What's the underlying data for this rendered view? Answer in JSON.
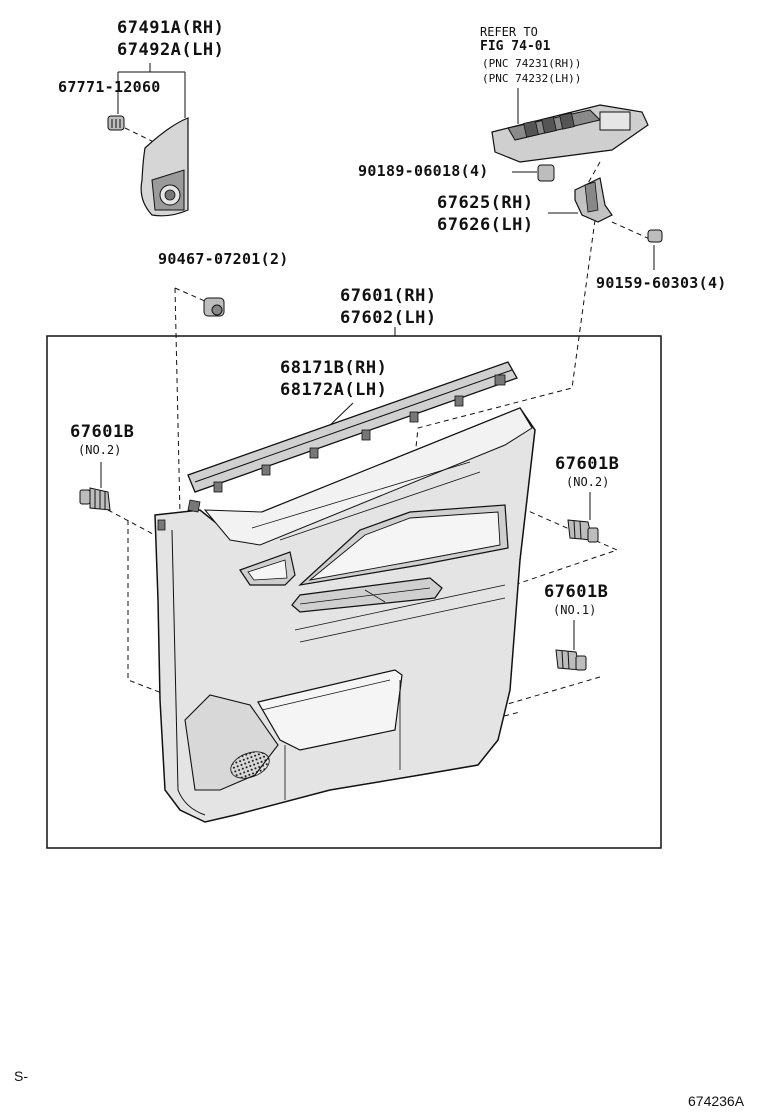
{
  "callouts": {
    "trim_ornament": {
      "rh": "67491A(RH)",
      "lh": "67492A(LH)"
    },
    "ornament_screw": {
      "part": "67771-12060"
    },
    "refer": {
      "line1": "REFER TO",
      "line2": "FIG 74-01",
      "line3": "(PNC 74231(RH))",
      "line4": "(PNC 74232(LH))"
    },
    "nut": {
      "part": "90189-06018(4)"
    },
    "bracket": {
      "rh": "67625(RH)",
      "lh": "67626(LH)"
    },
    "bracket_screw": {
      "part": "90159-60303(4)"
    },
    "panel_screw": {
      "part": "90467-07201(2)"
    },
    "door_trim_board": {
      "rh": "67601(RH)",
      "lh": "67602(LH)"
    },
    "weatherstrip": {
      "rh": "68171B(RH)",
      "lh": "68172A(LH)"
    },
    "clip_left": {
      "part": "67601B",
      "note": "(NO.2)"
    },
    "clip_right_upper": {
      "part": "67601B",
      "note": "(NO.2)"
    },
    "clip_right_lower": {
      "part": "67601B",
      "note": "(NO.1)"
    }
  },
  "footer": {
    "left": "S-",
    "right": "674236A"
  },
  "colors": {
    "ink": "#111111",
    "shade": "#c8c8c8",
    "dark": "#6a6a6a",
    "paper": "#ffffff"
  }
}
